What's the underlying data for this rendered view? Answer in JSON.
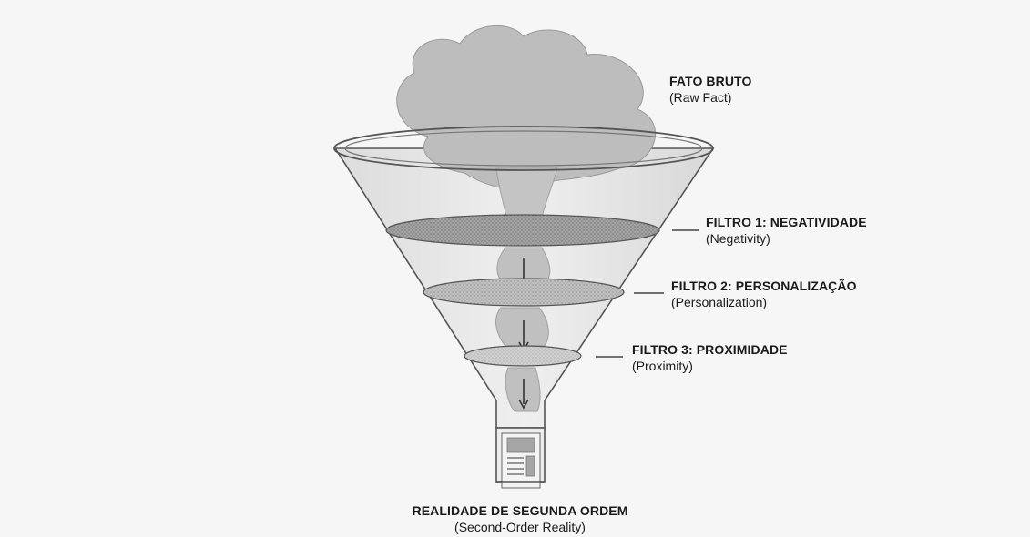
{
  "top_label": {
    "title": "FATO BRUTO",
    "subtitle": "(Raw Fact)"
  },
  "filters": [
    {
      "title": "FILTRO 1: NEGATIVIDADE",
      "subtitle": "(Negativity)"
    },
    {
      "title": "FILTRO 2: PERSONALIZAÇÃO",
      "subtitle": "(Personalization)"
    },
    {
      "title": "FILTRO 3: PROXIMIDADE",
      "subtitle": "(Proximity)"
    }
  ],
  "bottom_label": {
    "title": "REALIDADE DE SEGUNDA ORDEM",
    "subtitle": "(Second-Order Reality)"
  },
  "colors": {
    "background": "#f6f6f6",
    "cloud": "#bdbdbd",
    "funnel_glass": "#e9e9e9",
    "outline": "#555555",
    "filter_dark": "#9a9a9a",
    "filter_mid": "#b8b8b8",
    "filter_light": "#c9c9c9"
  },
  "icons": [
    "cloud-shape",
    "funnel",
    "down-arrow-icon",
    "newspaper-icon"
  ]
}
